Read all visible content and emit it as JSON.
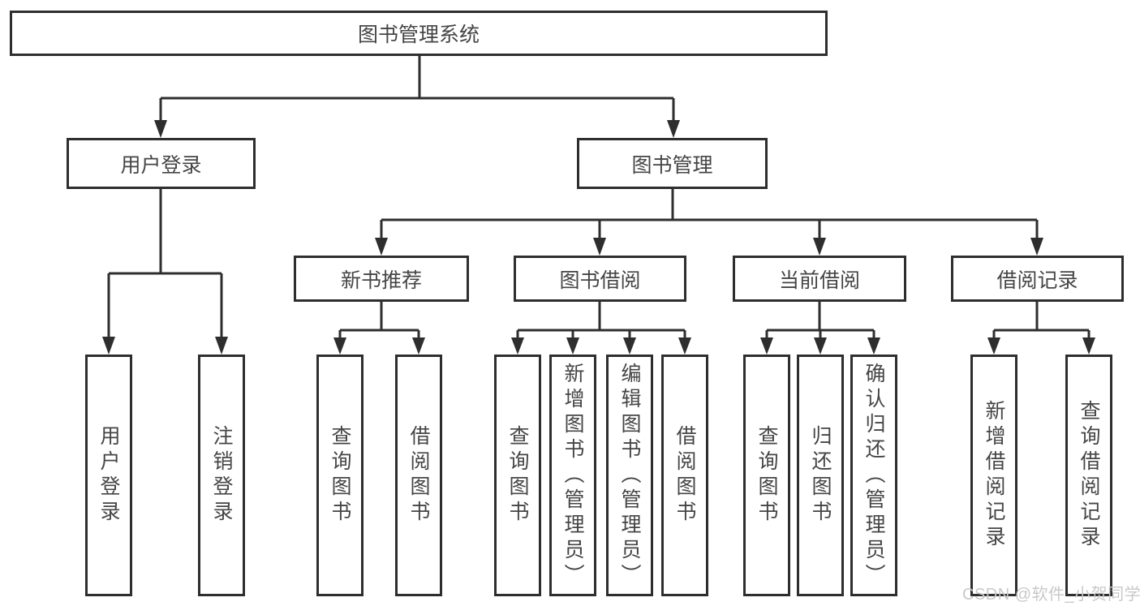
{
  "tree": {
    "label": "图书管理系统",
    "children": [
      {
        "label": "用户登录",
        "children": [
          {
            "label": "用户登录"
          },
          {
            "label": "注销登录"
          }
        ]
      },
      {
        "label": "图书管理",
        "children": [
          {
            "label": "新书推荐",
            "children": [
              {
                "label": "查询图书"
              },
              {
                "label": "借阅图书"
              }
            ]
          },
          {
            "label": "图书借阅",
            "children": [
              {
                "label": "查询图书"
              },
              {
                "label": "新增图书（管理员）"
              },
              {
                "label": "编辑图书（管理员）"
              },
              {
                "label": "借阅图书"
              }
            ]
          },
          {
            "label": "当前借阅",
            "children": [
              {
                "label": "查询图书"
              },
              {
                "label": "归还图书"
              },
              {
                "label": "确认归还（管理员）"
              }
            ]
          },
          {
            "label": "借阅记录",
            "children": [
              {
                "label": "新增借阅记录"
              },
              {
                "label": "查询借阅记录"
              }
            ]
          }
        ]
      }
    ]
  },
  "watermark": "CSDN @软件_小贺同学",
  "colors": {
    "border": "#2e2e2e",
    "text": "#454545",
    "watermark": "#c9c9c9",
    "background": "#ffffff"
  }
}
